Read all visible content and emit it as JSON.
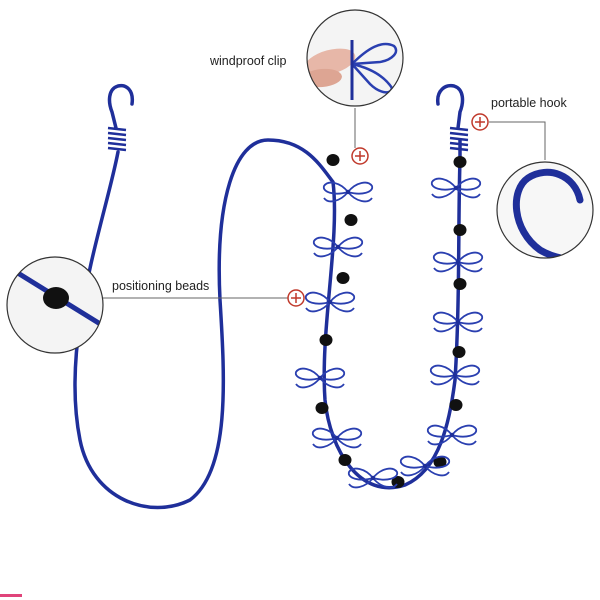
{
  "callouts": {
    "clip": "windproof clip",
    "hook": "portable hook",
    "beads": "positioning beads"
  },
  "colors": {
    "cord": "#1f2f9a",
    "clip": "#2a3fb0",
    "bead": "#111111",
    "plus_marker": "#c0392b",
    "leader_line": "#666666",
    "inset_border": "#333333"
  },
  "icons": [
    "hook-icon",
    "clip-icon",
    "bead-icon",
    "plus-marker-icon",
    "finger-icon"
  ]
}
